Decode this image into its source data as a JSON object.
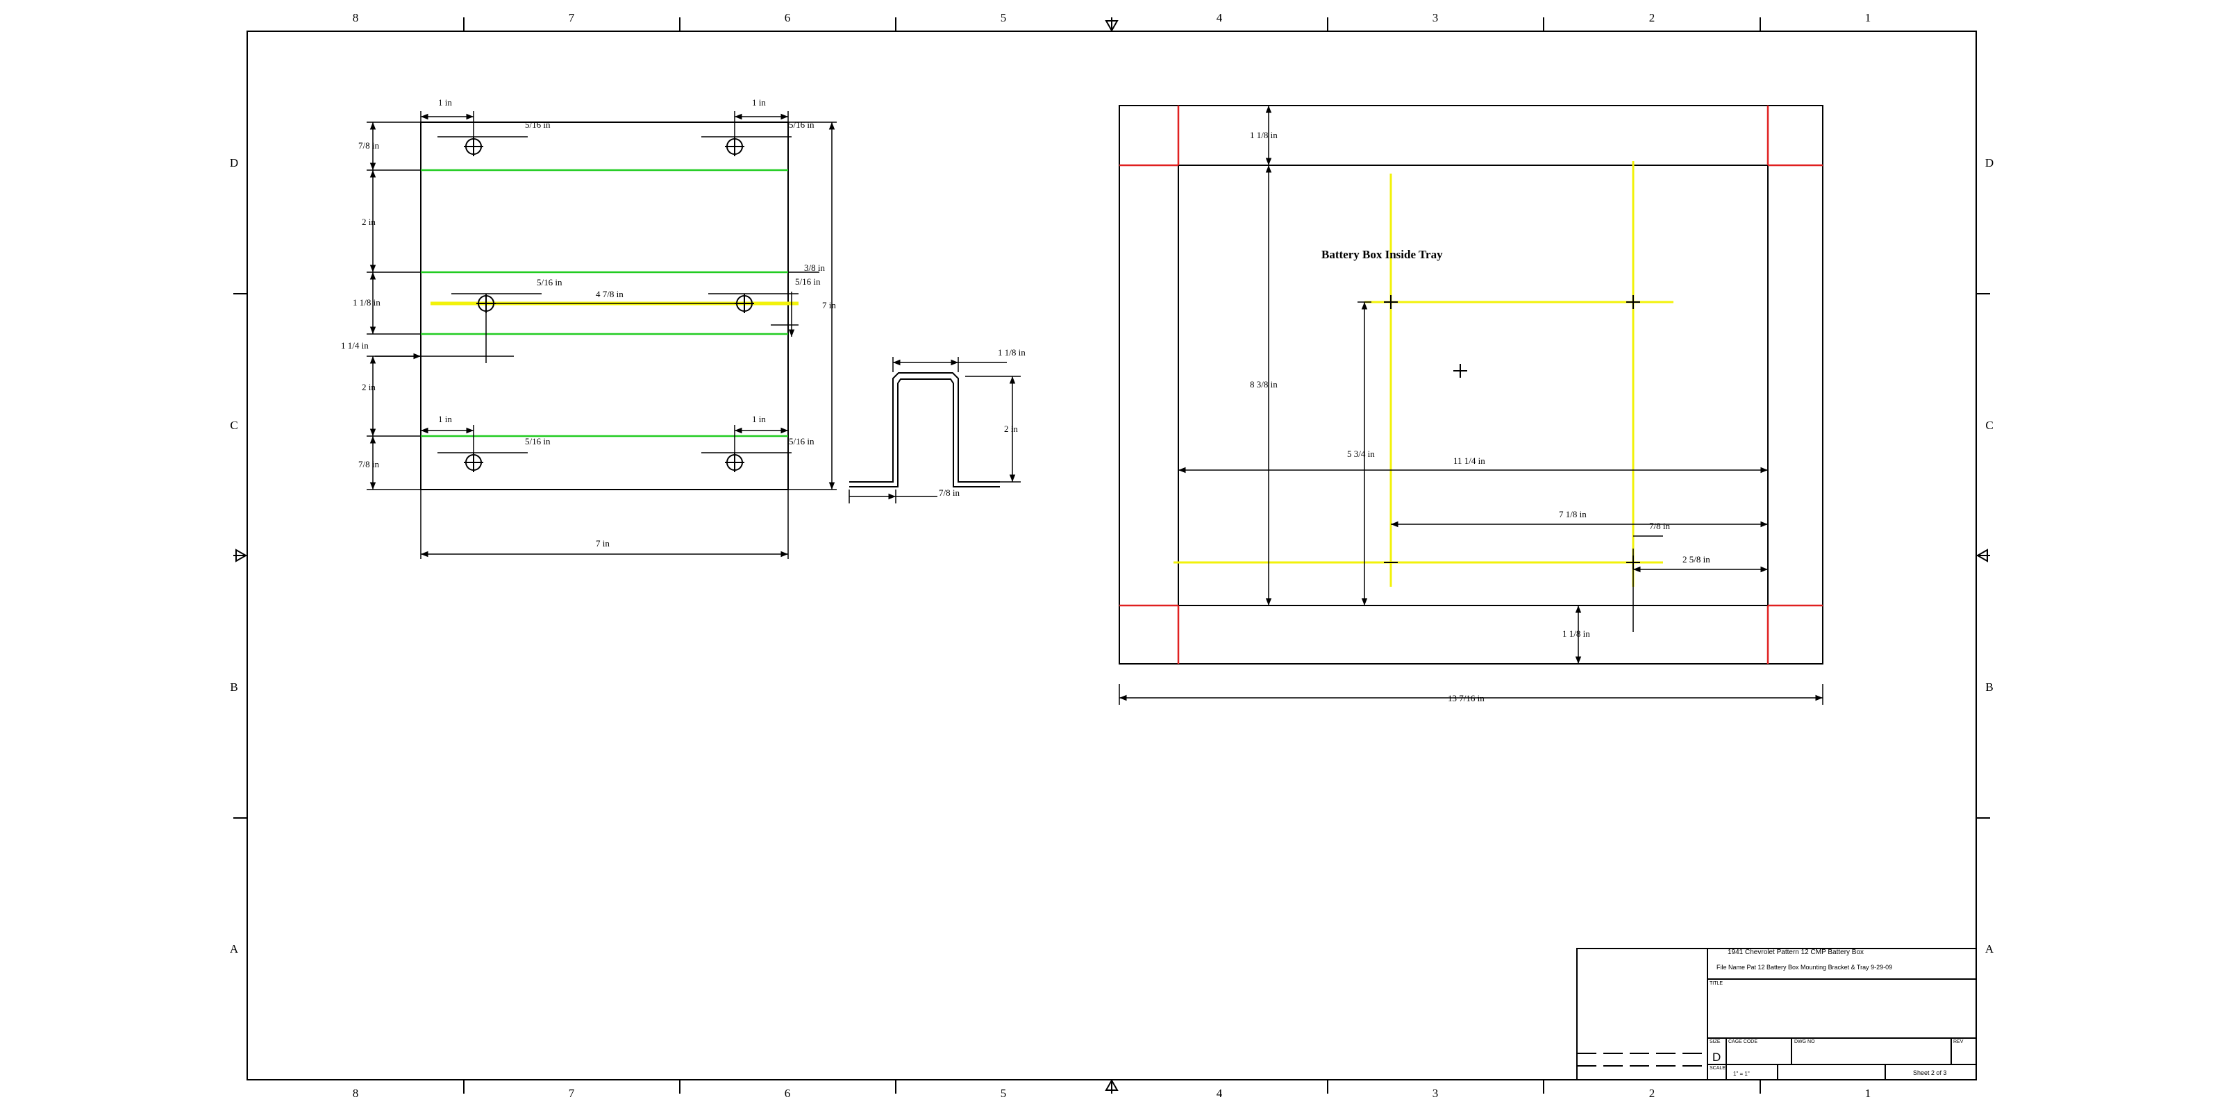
{
  "sheet": {
    "col_labels": [
      "8",
      "7",
      "6",
      "5",
      "4",
      "3",
      "2",
      "1"
    ],
    "row_labels": [
      "D",
      "C",
      "B",
      "A"
    ]
  },
  "bracket_view": {
    "dims": {
      "top_left_width": "1 in",
      "top_right_width": "1 in",
      "top_left_slot": "5/16 in",
      "top_right_slot": "5/16 in",
      "left_7_8_top": "7/8 in",
      "left_2_top": "2 in",
      "left_1_1_8": "1 1/8 in",
      "left_1_1_4": "1 1/4 in",
      "left_2_bottom": "2 in",
      "left_7_8_bottom": "7/8 in",
      "mid_slot": "5/16 in",
      "mid_span": "4 7/8 in",
      "right_3_8": "3/8 in",
      "right_5_16": "5/16 in",
      "right_7": "7 in",
      "bottom_left_width": "1 in",
      "bottom_right_width": "1 in",
      "bottom_left_slot": "5/16 in",
      "bottom_right_slot": "5/16 in",
      "overall_width": "7 in"
    }
  },
  "profile_view": {
    "dims": {
      "top_flange": "1 1/8 in",
      "height": "2 in",
      "bottom_flange": "7/8 in"
    }
  },
  "tray_view": {
    "title": "Battery Box Inside Tray",
    "dims": {
      "top_margin": "1 1/8 in",
      "inner_height": "8 3/8 in",
      "hole_v": "5 3/4 in",
      "inner_width": "11 1/4 in",
      "hole_h": "7 1/8 in",
      "small": "7/8 in",
      "edge": "2 5/8 in",
      "bottom_margin": "1 1/8 in",
      "overall_width": "13 7/16 in"
    }
  },
  "title_block": {
    "title_line": "1941 Chevrolet Pattern 12 CMP Battery Box",
    "file_name": "File Name Pat 12 Battery Box Mounting Bracket & Tray 9-29-09",
    "title_label": "TITLE",
    "size_label": "SIZE",
    "size_value": "D",
    "cage_label": "CAGE CODE",
    "dwg_label": "DWG NO",
    "rev_label": "REV",
    "scale_label": "SCALE",
    "scale_value": "1\" = 1\"",
    "sheet_label": "Sheet 2 of 3"
  },
  "colors": {
    "line": "#000000",
    "green": "#22cc22",
    "yellow": "#f2f20a",
    "red": "#e02020"
  }
}
